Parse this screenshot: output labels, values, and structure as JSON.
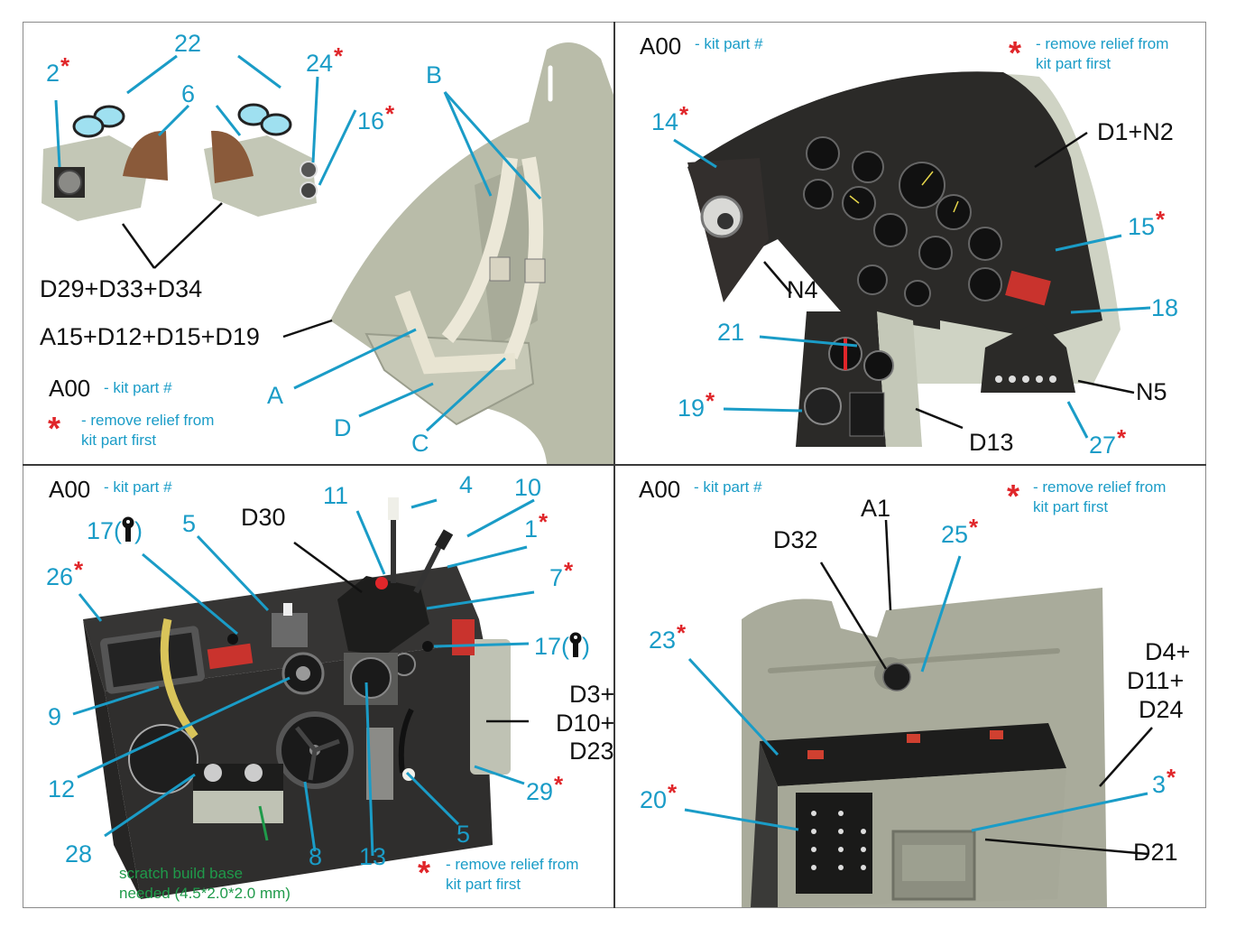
{
  "legend": {
    "code": "A00",
    "code_desc": "- kit part #",
    "star_desc_line1": "- remove relief from",
    "star_desc_line2": "kit part first"
  },
  "colors": {
    "callout_blue": "#1a9cc7",
    "kit_part_black": "#111111",
    "relief_red": "#e0262a",
    "note_green": "#1f9a4a",
    "resin_gray": "#bcbfae",
    "panel_black": "#2b2a28"
  },
  "panels": [
    {
      "id": "seat-and-headrests",
      "callouts": [
        {
          "text": "2",
          "color": "blue",
          "star": true
        },
        {
          "text": "22",
          "color": "blue",
          "star": false
        },
        {
          "text": "24",
          "color": "blue",
          "star": true
        },
        {
          "text": "6",
          "color": "blue",
          "star": false
        },
        {
          "text": "16",
          "color": "blue",
          "star": true
        },
        {
          "text": "B",
          "color": "blue",
          "star": false
        },
        {
          "text": "D29+D33+D34",
          "color": "black",
          "star": false
        },
        {
          "text": "A15+D12+D15+D19",
          "color": "black",
          "star": false
        },
        {
          "text": "A",
          "color": "blue",
          "star": false
        },
        {
          "text": "D",
          "color": "blue",
          "star": false
        },
        {
          "text": "C",
          "color": "blue",
          "star": false
        }
      ]
    },
    {
      "id": "instrument-panel",
      "callouts": [
        {
          "text": "14",
          "color": "blue",
          "star": true
        },
        {
          "text": "D1+N2",
          "color": "black",
          "star": false
        },
        {
          "text": "N4",
          "color": "black",
          "star": false
        },
        {
          "text": "15",
          "color": "blue",
          "star": true
        },
        {
          "text": "18",
          "color": "blue",
          "star": false
        },
        {
          "text": "21",
          "color": "blue",
          "star": false
        },
        {
          "text": "N5",
          "color": "black",
          "star": false
        },
        {
          "text": "19",
          "color": "blue",
          "star": true
        },
        {
          "text": "D13",
          "color": "black",
          "star": false
        },
        {
          "text": "27",
          "color": "blue",
          "star": true
        }
      ]
    },
    {
      "id": "left-console",
      "callouts": [
        {
          "text": "4",
          "color": "blue",
          "star": false
        },
        {
          "text": "10",
          "color": "blue",
          "star": false
        },
        {
          "text": "11",
          "color": "blue",
          "star": false
        },
        {
          "text": "D30",
          "color": "black",
          "star": false
        },
        {
          "text": "1",
          "color": "blue",
          "star": true
        },
        {
          "text": "17(",
          "suffix": ")",
          "icon": "key-icon",
          "color": "blue",
          "star": false
        },
        {
          "text": "5",
          "color": "blue",
          "star": false
        },
        {
          "text": "7",
          "color": "blue",
          "star": true
        },
        {
          "text": "26",
          "color": "blue",
          "star": true
        },
        {
          "text": "17(",
          "suffix": ")",
          "icon": "key-icon",
          "color": "blue",
          "star": false
        },
        {
          "text": "D3+",
          "color": "black",
          "star": false
        },
        {
          "text": "D10+",
          "color": "black",
          "star": false
        },
        {
          "text": "D23",
          "color": "black",
          "star": false
        },
        {
          "text": "9",
          "color": "blue",
          "star": false
        },
        {
          "text": "12",
          "color": "blue",
          "star": false
        },
        {
          "text": "29",
          "color": "blue",
          "star": true
        },
        {
          "text": "5",
          "color": "blue",
          "star": false
        },
        {
          "text": "28",
          "color": "blue",
          "star": false
        },
        {
          "text": "8",
          "color": "blue",
          "star": false
        },
        {
          "text": "13",
          "color": "blue",
          "star": false
        }
      ],
      "scratch_note_line1": "scratch build base",
      "scratch_note_line2": "needed (4.5*2.0*2.0 mm)"
    },
    {
      "id": "right-console",
      "callouts": [
        {
          "text": "A1",
          "color": "black",
          "star": false
        },
        {
          "text": "D32",
          "color": "black",
          "star": false
        },
        {
          "text": "25",
          "color": "blue",
          "star": true
        },
        {
          "text": "23",
          "color": "blue",
          "star": true
        },
        {
          "text": "D4+",
          "color": "black",
          "star": false
        },
        {
          "text": "D11+",
          "color": "black",
          "star": false
        },
        {
          "text": "D24",
          "color": "black",
          "star": false
        },
        {
          "text": "3",
          "color": "blue",
          "star": true
        },
        {
          "text": "20",
          "color": "blue",
          "star": true
        },
        {
          "text": "D21",
          "color": "black",
          "star": false
        }
      ]
    }
  ]
}
